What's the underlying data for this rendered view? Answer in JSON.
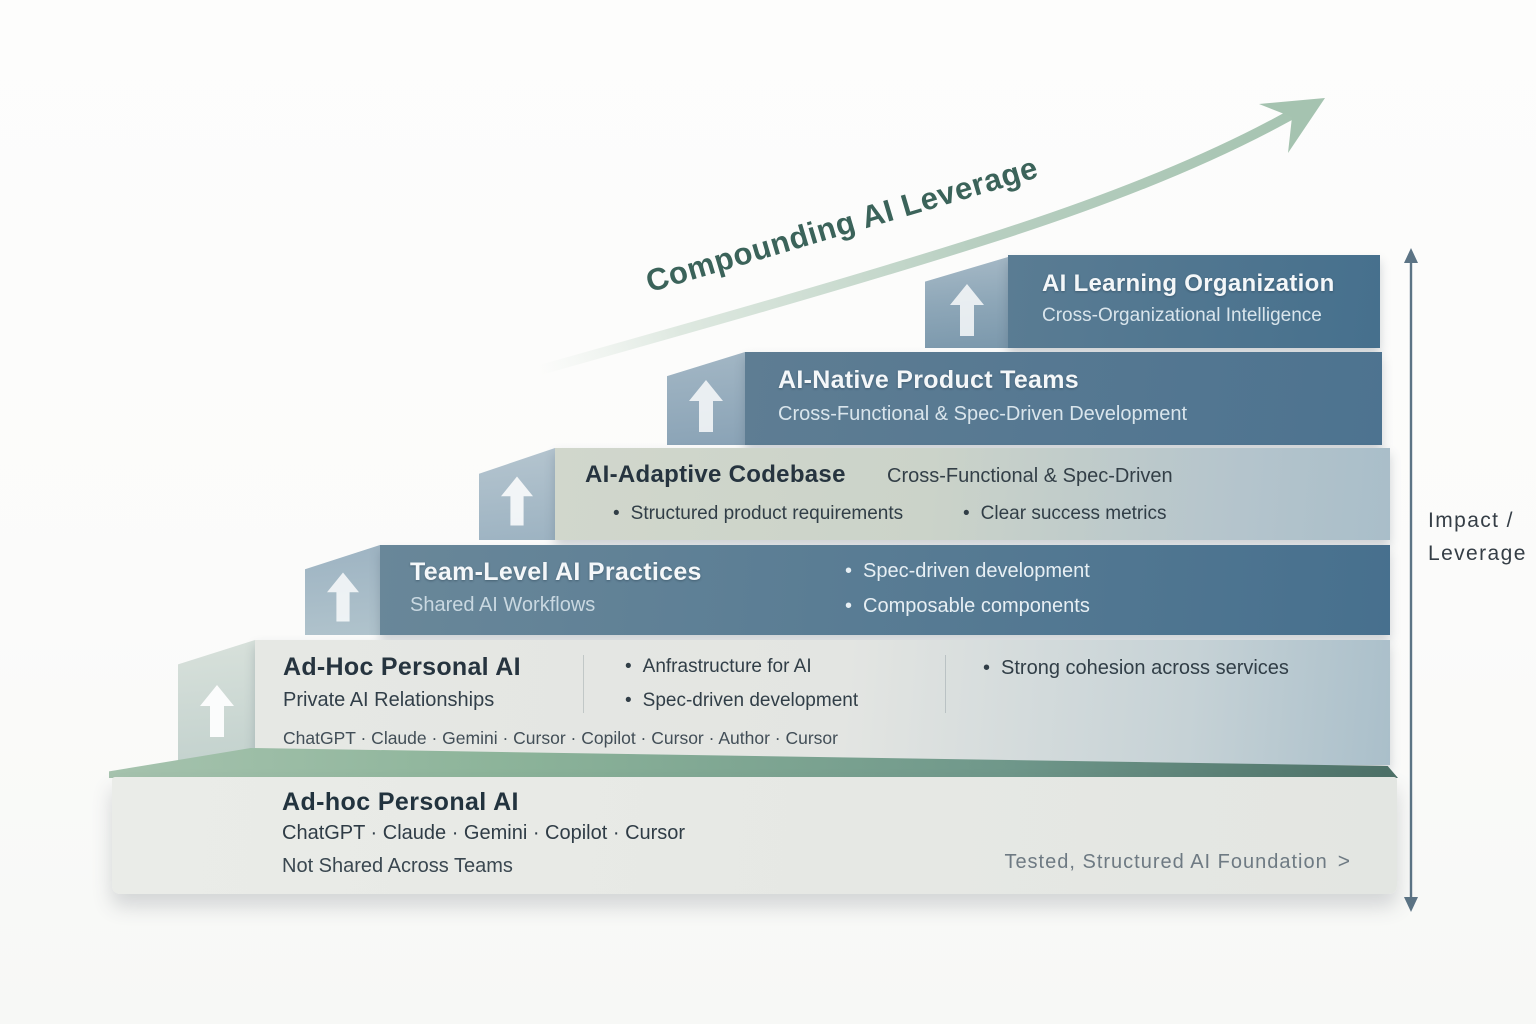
{
  "curve": {
    "label": "Compounding AI Leverage"
  },
  "axis": {
    "line1": "Impact /",
    "line2": "Leverage"
  },
  "levels": {
    "learning_org": {
      "title": "AI Learning Organization",
      "subtitle": "Cross-Organizational Intelligence"
    },
    "native_teams": {
      "title": "AI-Native Product Teams",
      "subtitle": "Cross-Functional & Spec-Driven Development"
    },
    "adaptive_codebase": {
      "title": "AI-Adaptive Codebase",
      "tagline": "Cross-Functional & Spec-Driven",
      "bullets": [
        "Structured product requirements",
        "Clear success metrics"
      ]
    },
    "team_practices": {
      "title": "Team-Level AI Practices",
      "subtitle": "Shared AI Workflows",
      "bullets": [
        "Spec-driven development",
        "Composable components"
      ]
    },
    "adhoc_personal": {
      "title": "Ad-Hoc Personal AI",
      "subtitle": "Private AI Relationships",
      "tools": "ChatGPT · Claude · Gemini · Cursor · Copilot · Cursor · Author · Cursor",
      "bullets_mid": [
        "Anfrastructure for AI",
        "Spec-driven development"
      ],
      "bullets_right": [
        "Strong cohesion across services"
      ]
    },
    "foundation": {
      "title": "Ad-hoc Personal AI",
      "tools": "ChatGPT · Claude · Gemini · Copilot · Cursor",
      "note": "Not Shared Across Teams",
      "cta": "Tested, Structured AI Foundation",
      "chevron": ">"
    }
  },
  "colors": {
    "curve_green": "#aac6b3",
    "label_teal": "#3b635a",
    "dark_band": "#47708d",
    "light_band": "#e5e7e3",
    "base_edge_green": "#4d7168",
    "axis_gray": "#5c7485"
  }
}
